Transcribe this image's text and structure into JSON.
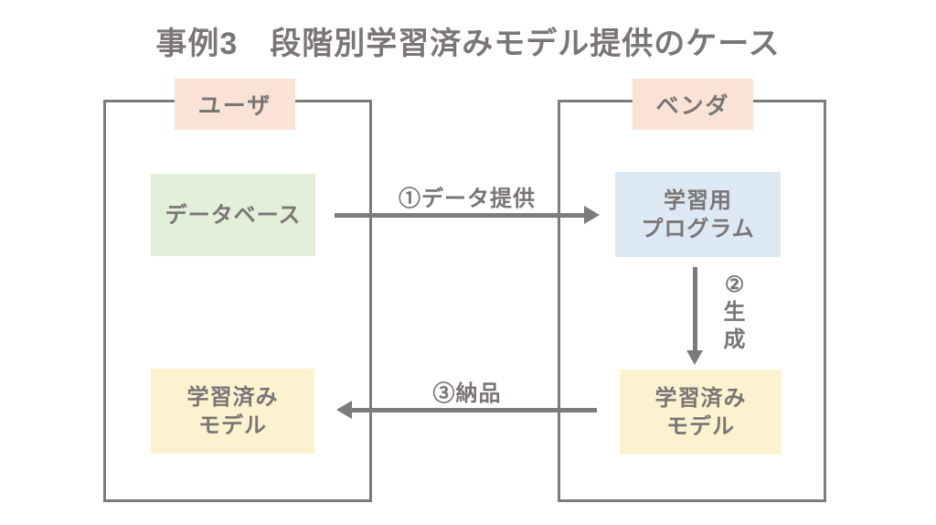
{
  "title": "事例3　段階別学習済みモデル提供のケース",
  "lanes": {
    "user": {
      "label": "ユーザ"
    },
    "vendor": {
      "label": "ベンダ"
    }
  },
  "nodes": {
    "database": {
      "label": "データベース"
    },
    "training_program": {
      "lines": [
        "学習用",
        "プログラム"
      ]
    },
    "trained_model_user": {
      "lines": [
        "学習済み",
        "モデル"
      ]
    },
    "trained_model_vendor": {
      "lines": [
        "学習済み",
        "モデル"
      ]
    }
  },
  "arrows": {
    "data_provision": {
      "label": "①データ提供",
      "direction": "left-to-right"
    },
    "generation": {
      "chars": [
        "②",
        "生",
        "成"
      ],
      "direction": "down"
    },
    "delivery": {
      "label": "③納品",
      "direction": "right-to-left"
    }
  },
  "colors": {
    "peach": "#FAE3D6",
    "green": "#E2EFD9",
    "blue": "#DCE8F4",
    "yellow": "#FDF2D0",
    "text_gray": "#7A7575",
    "line_gray": "#7C7C7C"
  }
}
